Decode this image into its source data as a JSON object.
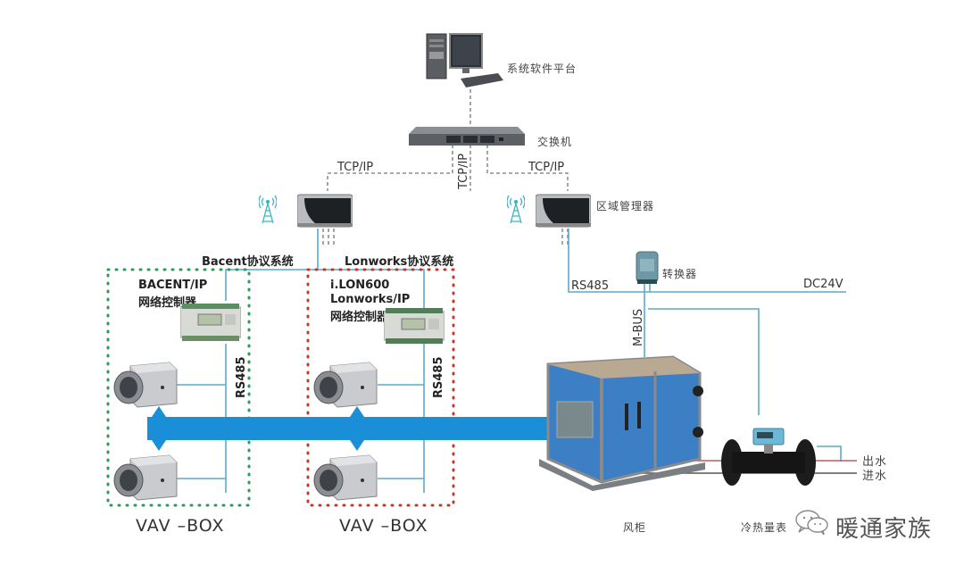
{
  "diagram": {
    "nodes": {
      "platform": {
        "label": "系统软件平台",
        "icon": "desktop-computer-icon"
      },
      "switch": {
        "label": "交换机",
        "icon": "network-switch-icon"
      },
      "left_manager": {
        "label": "",
        "icon": "area-manager-icon"
      },
      "right_manager": {
        "label": "区域管理器",
        "icon": "area-manager-icon"
      },
      "converter": {
        "label": "转换器",
        "icon": "converter-icon"
      },
      "bacnet_controller": {
        "label_line1": "BACENT/IP",
        "label_line2": "网络控制器",
        "icon": "controller-icon"
      },
      "lon_controller": {
        "label_line1": "i.LON600",
        "label_line2": "Lonworks/IP",
        "label_line3": "网络控制器",
        "icon": "controller-icon"
      },
      "ahu": {
        "label": "风柜",
        "icon": "air-handling-unit-icon"
      },
      "meter": {
        "label": "冷热量表",
        "icon": "flow-meter-icon"
      }
    },
    "links": {
      "tcp_left": "TCP/IP",
      "tcp_center": "TCP/IP",
      "tcp_right": "TCP/IP",
      "bacnet_system": "Bacent协议系统",
      "lonworks_system": "Lonworks协议系统",
      "rs485_left": "RS485",
      "rs485_right": "RS485",
      "rs485_bus": "RS485",
      "dc24v": "DC24V",
      "mbus": "M-BUS",
      "water_out": "出水",
      "water_in": "进水"
    },
    "groups": {
      "bacnet_group": {
        "label": "VAV –BOX",
        "color": "#2e9a5a"
      },
      "lon_group": {
        "label": "VAV –BOX",
        "color": "#c0392b"
      }
    },
    "colors": {
      "bus_line": "#5aaccc",
      "air_duct": "#1a8fd8",
      "water_out": "#c9595a",
      "water_in": "#555555",
      "dashed_link": "#777777"
    },
    "watermark": {
      "text": "暖通家族",
      "icon": "wechat-icon"
    }
  }
}
